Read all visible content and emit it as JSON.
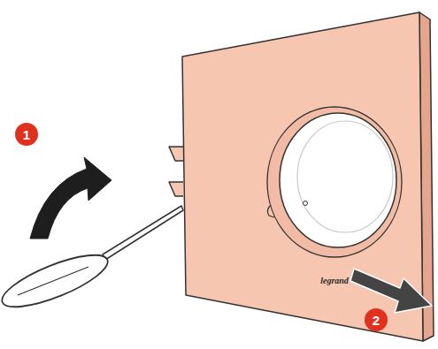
{
  "diagram": {
    "labels": [
      "1",
      "2",
      "legrand"
    ]
  }
}
